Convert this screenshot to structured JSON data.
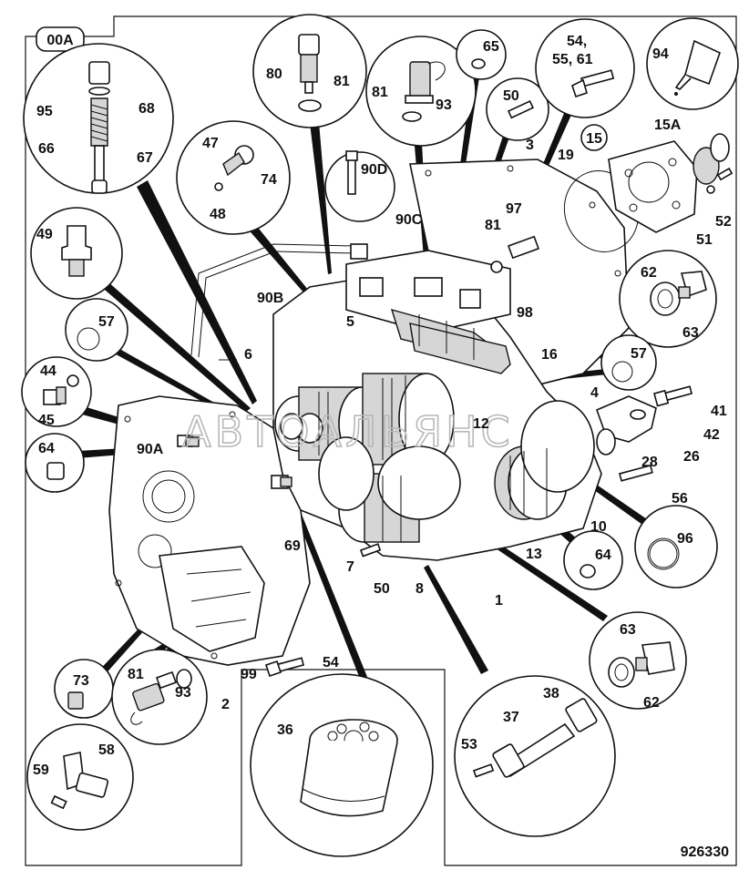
{
  "frame": {
    "tag": "00A"
  },
  "figure_number": "926330",
  "watermark": "АВТОАЛЬЯНС",
  "callouts": {
    "c95": "95",
    "c68": "68",
    "c66": "66",
    "c67": "67",
    "c47": "47",
    "c74": "74",
    "c48": "48",
    "c80": "80",
    "c81a": "81",
    "c90D": "90D",
    "c81b": "81",
    "c93a": "93",
    "c65": "65",
    "c50a": "50",
    "c54_55_61_line1": "54,",
    "c54_55_61_line2": "55, 61",
    "c94": "94",
    "c15": "15",
    "c15A": "15A",
    "c3": "3",
    "c19": "19",
    "c52": "52",
    "c51": "51",
    "c49": "49",
    "c90C": "90C",
    "c97": "97",
    "c81c": "81",
    "c90B": "90B",
    "c62a": "62",
    "c63a": "63",
    "c98": "98",
    "c57a": "57",
    "c57b": "57",
    "c5": "5",
    "c6": "6",
    "c16": "16",
    "c44": "44",
    "c45": "45",
    "c4": "4",
    "c41": "41",
    "c42": "42",
    "c26": "26",
    "c28": "28",
    "c12": "12",
    "c64a": "64",
    "c90A": "90A",
    "c56": "56",
    "c10": "10",
    "c96": "96",
    "c69": "69",
    "c7": "7",
    "c13": "13",
    "c64b": "64",
    "c50b": "50",
    "c8": "8",
    "c1": "1",
    "c63b": "63",
    "c62b": "62",
    "c73": "73",
    "c99": "99",
    "c54b": "54",
    "c81d": "81",
    "c93b": "93",
    "c2": "2",
    "c36": "36",
    "c38": "38",
    "c37": "37",
    "c53": "53",
    "c59": "59",
    "c58": "58"
  }
}
